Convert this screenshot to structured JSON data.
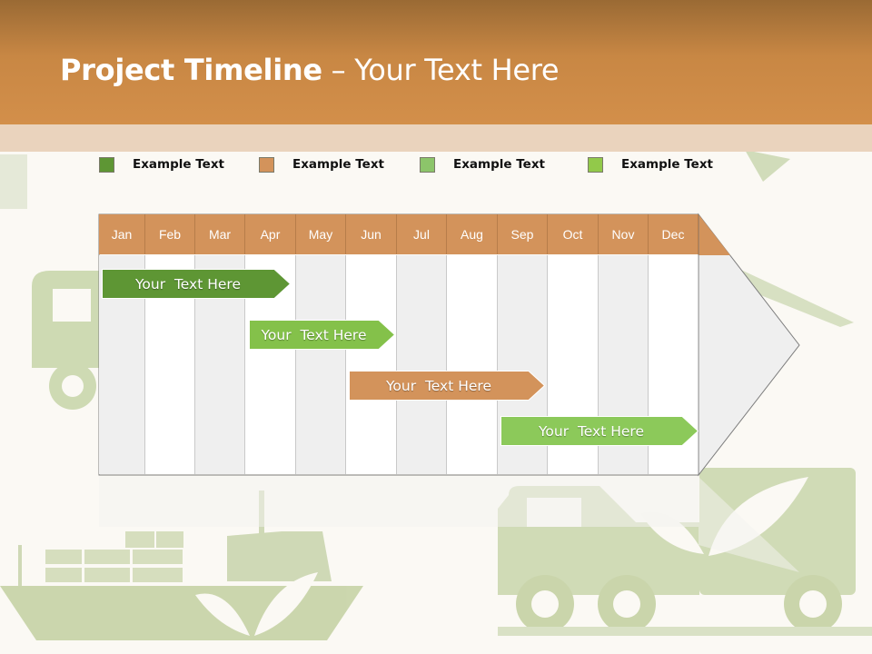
{
  "title": {
    "bold": "Project Timeline",
    "rest": " – Your Text Here"
  },
  "legend": [
    {
      "label": "Example Text",
      "color": "#5e9634"
    },
    {
      "label": "Example Text",
      "color": "#d3935b"
    },
    {
      "label": "Example Text",
      "color": "#8cc56a"
    },
    {
      "label": "Example Text",
      "color": "#92c94a"
    }
  ],
  "months": [
    "Jan",
    "Feb",
    "Mar",
    "Apr",
    "May",
    "Jun",
    "Jul",
    "Aug",
    "Sep",
    "Oct",
    "Nov",
    "Dec"
  ],
  "tasks": [
    {
      "label": "Your  Text Here",
      "start": "Jan",
      "end": "Apr",
      "color": "#5e9634"
    },
    {
      "label": "Your  Text Here",
      "start": "Apr",
      "end": "Jun",
      "color": "#84c14a"
    },
    {
      "label": "Your  Text Here",
      "start": "Jun",
      "end": "Sep",
      "color": "#d3935b"
    },
    {
      "label": "Your  Text Here",
      "start": "Sep",
      "end": "Dec",
      "color": "#8cc95a"
    }
  ],
  "colors": {
    "header": "#c88744",
    "month_header": "#d3935b",
    "illustration": "#c9d6a8"
  },
  "icons": [
    "truck-icon",
    "airplane-icon",
    "ship-icon",
    "delivery-van-icon",
    "leaf-icon"
  ]
}
